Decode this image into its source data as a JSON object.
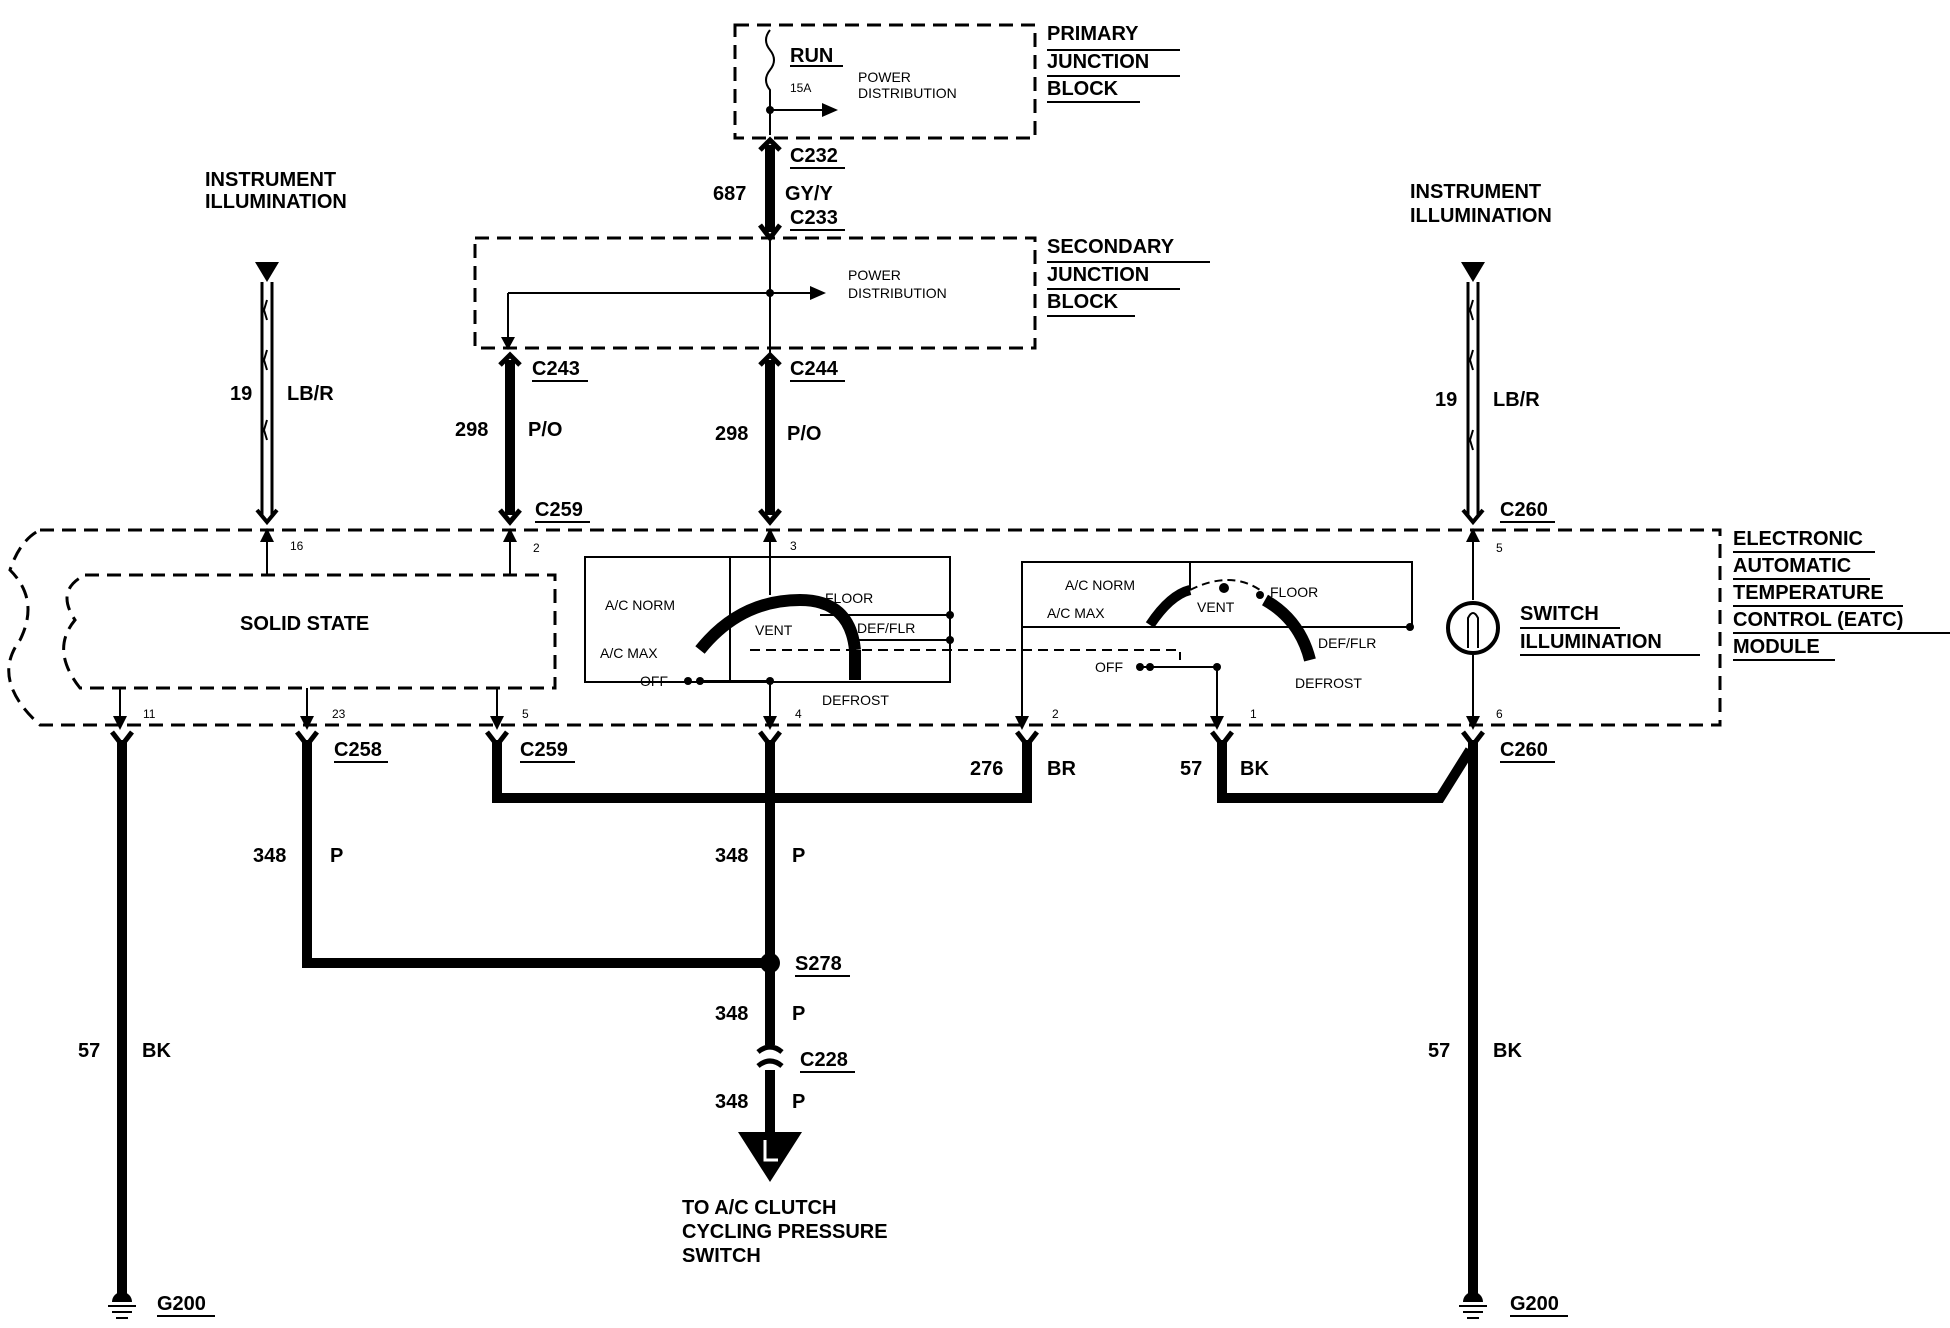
{
  "primary_jb": {
    "line1": "PRIMARY",
    "line2": "JUNCTION",
    "line3": "BLOCK",
    "fuse_state": "RUN",
    "fuse_rating": "15A",
    "power1": "POWER",
    "power2": "DISTRIBUTION"
  },
  "secondary_jb": {
    "line1": "SECONDARY",
    "line2": "JUNCTION",
    "line3": "BLOCK",
    "power1": "POWER",
    "power2": "DISTRIBUTION"
  },
  "instr_left": {
    "line1": "INSTRUMENT",
    "line2": "ILLUMINATION"
  },
  "instr_right": {
    "line1": "INSTRUMENT",
    "line2": "ILLUMINATION"
  },
  "eatc": {
    "line1": "ELECTRONIC",
    "line2": "AUTOMATIC",
    "line3": "TEMPERATURE",
    "line4": "CONTROL (EATC)",
    "line5": "MODULE"
  },
  "solid_state": "SOLID STATE",
  "switch_illum": {
    "line1": "SWITCH",
    "line2": "ILLUMINATION"
  },
  "connectors": {
    "c232": "C232",
    "c233": "C233",
    "c243": "C243",
    "c244": "C244",
    "c259_top": "C259",
    "c260_top": "C260",
    "c258": "C258",
    "c259_bot": "C259",
    "c260_bot": "C260",
    "c228": "C228",
    "s278": "S278",
    "g200_left": "G200",
    "g200_right": "G200"
  },
  "wires": {
    "w687": {
      "circuit": "687",
      "color": "GY/Y"
    },
    "w19_left": {
      "circuit": "19",
      "color": "LB/R"
    },
    "w19_right": {
      "circuit": "19",
      "color": "LB/R"
    },
    "w298_left": {
      "circuit": "298",
      "color": "P/O"
    },
    "w298_right": {
      "circuit": "298",
      "color": "P/O"
    },
    "w276": {
      "circuit": "276",
      "color": "BR"
    },
    "w57_mid": {
      "circuit": "57",
      "color": "BK"
    },
    "w348_left": {
      "circuit": "348",
      "color": "P"
    },
    "w348_center": {
      "circuit": "348",
      "color": "P"
    },
    "w348_low1": {
      "circuit": "348",
      "color": "P"
    },
    "w348_low2": {
      "circuit": "348",
      "color": "P"
    },
    "w57_left": {
      "circuit": "57",
      "color": "BK"
    },
    "w57_right": {
      "circuit": "57",
      "color": "BK"
    }
  },
  "pins": {
    "p16": "16",
    "p2a": "2",
    "p3": "3",
    "p5a": "5",
    "p11": "11",
    "p23": "23",
    "p5b": "5",
    "p4": "4",
    "p2b": "2",
    "p1": "1",
    "p6": "6"
  },
  "switch_left": {
    "ac_norm": "A/C NORM",
    "floor": "FLOOR",
    "vent": "VENT",
    "def_flr": "DEF/FLR",
    "ac_max": "A/C MAX",
    "off": "OFF",
    "defrost": "DEFROST"
  },
  "switch_right": {
    "ac_norm": "A/C NORM",
    "floor": "FLOOR",
    "vent": "VENT",
    "def_flr": "DEF/FLR",
    "ac_max": "A/C MAX",
    "off": "OFF",
    "defrost": "DEFROST"
  },
  "destination": {
    "line1": "TO A/C CLUTCH",
    "line2": "CYCLING PRESSURE",
    "line3": "SWITCH"
  }
}
